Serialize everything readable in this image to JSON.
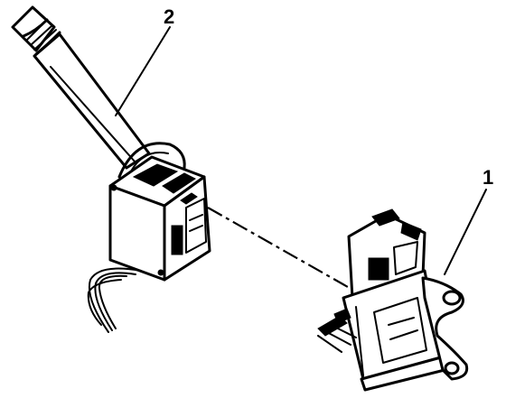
{
  "diagram": {
    "callouts": [
      {
        "label": "2",
        "refers_to": "multifunction-switch-lever"
      },
      {
        "label": "1",
        "refers_to": "mounting-bracket"
      }
    ]
  }
}
